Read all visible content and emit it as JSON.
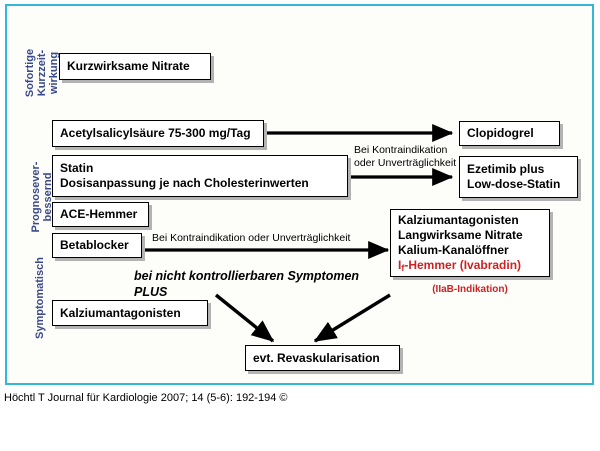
{
  "frame": {
    "border_color": "#35b6d4",
    "background": "#fdfdfa"
  },
  "categories": [
    {
      "id": "sofortige-kurzzeitwirkung",
      "label": "Sofortige Kurzzeit-\nwirkung",
      "color": "#3b4a8c"
    },
    {
      "id": "prognoseverbessernd",
      "label": "Prognosever-\nbessernd",
      "color": "#3b4a8c"
    },
    {
      "id": "symptomatisch",
      "label": "Symptomatisch",
      "color": "#3b4a8c"
    }
  ],
  "boxes": {
    "kurzwirksame_nitrate": {
      "lines": [
        "Kurzwirksame Nitrate"
      ]
    },
    "acetylsalicylsaeure": {
      "lines": [
        "Acetylsalicylsäure 75-300 mg/Tag"
      ]
    },
    "statin": {
      "lines": [
        "Statin",
        "Dosisanpassung je nach Cholesterinwerten"
      ]
    },
    "ace_hemmer": {
      "lines": [
        "ACE-Hemmer"
      ]
    },
    "betablocker": {
      "lines": [
        "Betablocker"
      ]
    },
    "kalziumantagonisten_left": {
      "lines": [
        "Kalziumantagonisten"
      ]
    },
    "clopidogrel": {
      "lines": [
        "Clopidogrel"
      ]
    },
    "ezetimib": {
      "lines": [
        "Ezetimib plus",
        "Low-dose-Statin"
      ]
    },
    "symptomatic_group": {
      "lines": [
        "Kalziumantagonisten",
        "Langwirksame Nitrate",
        "Kalium-Kanalöffner"
      ],
      "red_line_prefix": "I",
      "red_line_sub": "f",
      "red_line_suffix": "-Hemmer (Ivabradin)"
    },
    "revaskularisation": {
      "lines": [
        "evt. Revaskularisation"
      ]
    }
  },
  "captions": {
    "kontraindikation_two_line": "Bei Kontraindikation\noder Unverträglichkeit",
    "kontraindikation_one_line": "Bei Kontraindikation oder Unverträglichkeit",
    "symptome_plus": "bei nicht kontrollierbaren Symptomen\nPLUS",
    "iiab_indikation": "(IIaB-Indikation)"
  },
  "footer": {
    "citation": "Höchtl T Journal für Kardiologie 2007; 14 (5-6): 192-194 ©"
  }
}
